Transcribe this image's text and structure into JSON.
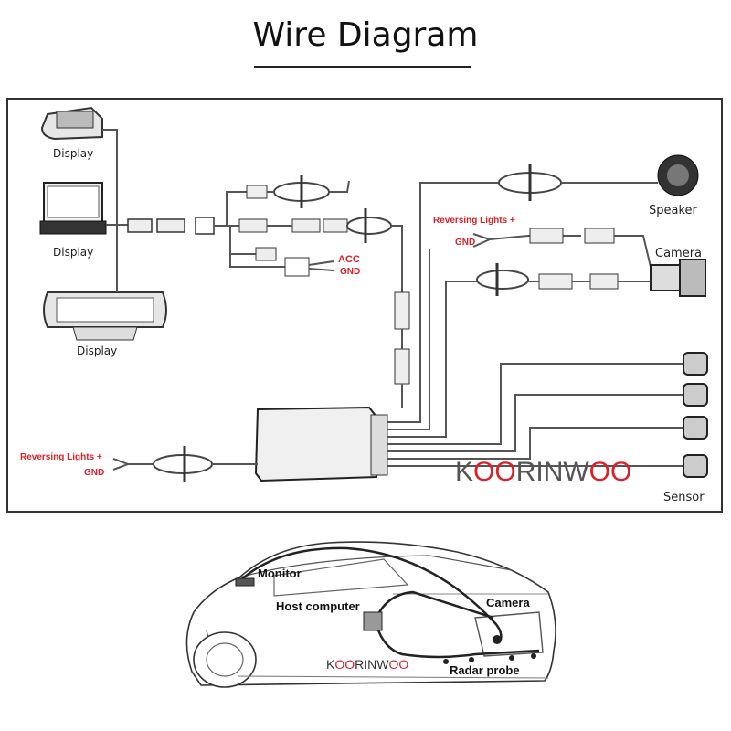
{
  "title": "Wire Diagram",
  "wiring": {
    "display_top": "Display",
    "display_mid": "Display",
    "display_bottom": "Display",
    "acc": "ACC",
    "gnd_acc": "GND",
    "reversing_left": "Reversing Lights +",
    "gnd_left": "GND",
    "reversing_right": "Reversing Lights +",
    "gnd_right": "GND",
    "speaker": "Speaker",
    "camera": "Camera",
    "sensor": "Sensor",
    "brand": {
      "k": "K",
      "oo1": "OO",
      "rinw": "RINW",
      "oo2": "OO"
    }
  },
  "car": {
    "monitor": "Monitor",
    "host": "Host computer",
    "camera": "Camera",
    "radar": "Radar probe",
    "brand": {
      "k": "K",
      "oo1": "OO",
      "rinw": "RINW",
      "oo2": "OO"
    }
  },
  "colors": {
    "accent_red": "#d8222a",
    "line": "#555555",
    "text": "#222222"
  }
}
